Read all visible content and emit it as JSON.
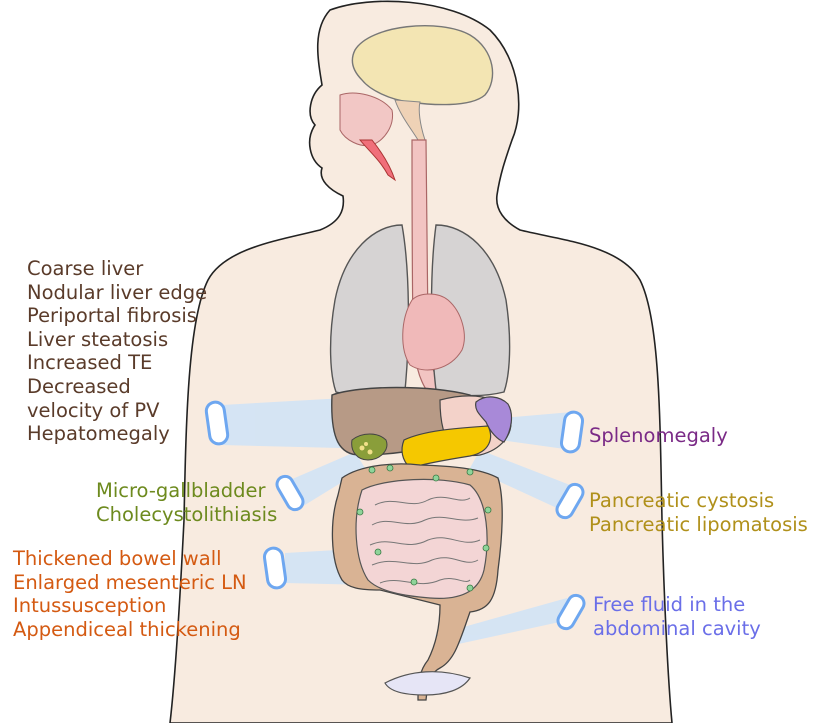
{
  "liver_findings": {
    "color": "#5a3b2a",
    "lines": [
      "Coarse liver",
      "Nodular liver edge",
      "Periportal fibrosis",
      "Liver steatosis",
      "Increased TE",
      "Decreased",
      "velocity of PV",
      "Hepatomegaly"
    ]
  },
  "gallbladder_findings": {
    "color": "#6d8a1e",
    "lines": [
      "Micro-gallbladder",
      "Cholecystolithiasis"
    ]
  },
  "bowel_findings": {
    "color": "#d45a12",
    "lines": [
      "Thickened bowel wall",
      "Enlarged mesenteric LN",
      "Intussusception",
      "Appendiceal thickening"
    ]
  },
  "spleen_findings": {
    "color": "#7a2a86",
    "lines": [
      "Splenomegaly"
    ]
  },
  "pancreas_findings": {
    "color": "#b0901a",
    "lines": [
      "Pancreatic cystosis",
      "Pancreatic lipomatosis"
    ]
  },
  "fluid_findings": {
    "color": "#6a6ee8",
    "lines": [
      "Free fluid in the",
      "abdominal cavity"
    ]
  },
  "colors": {
    "skin": "#f8ebe0",
    "brain": "#f3e5b3",
    "lung": "#d6d3d3",
    "liver": "#b79a86",
    "pancreas": "#f5c800",
    "spleen": "#a889d8",
    "intestine": "#f3d5d5",
    "colon": "#d9b394",
    "lymph_node": "#8fd49a",
    "ultrasound_probe": "#6ea7f0",
    "beam": "#cfe3f7"
  }
}
